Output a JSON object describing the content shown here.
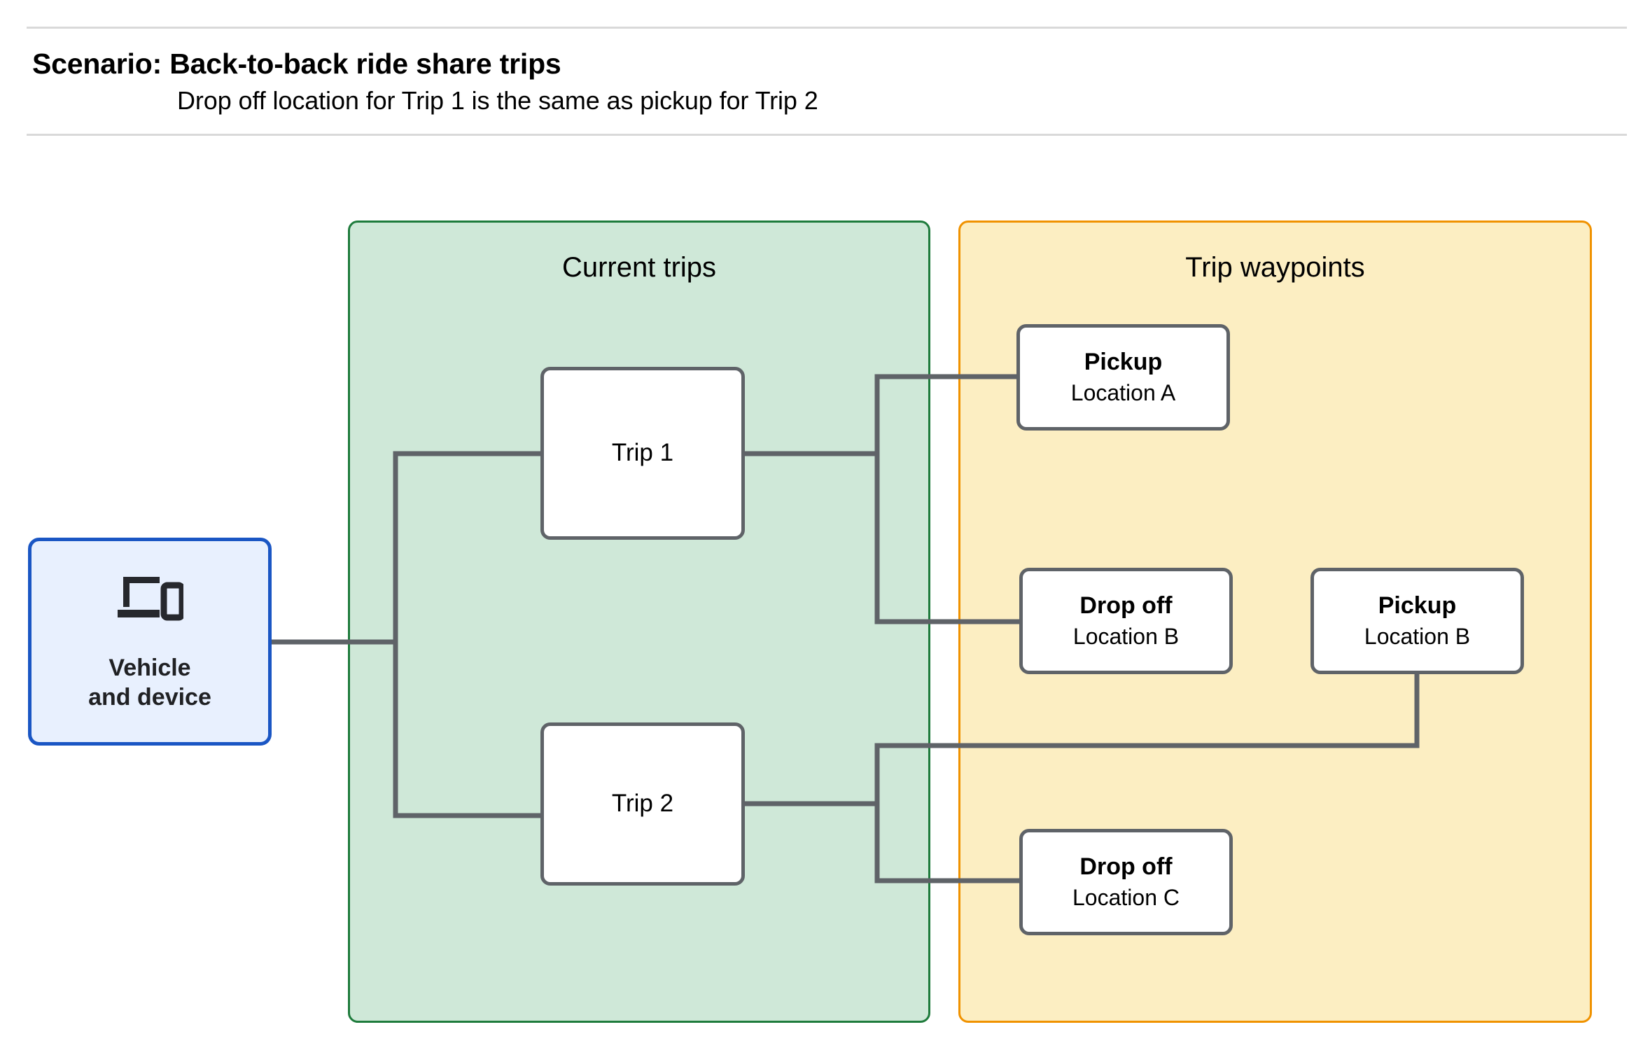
{
  "header": {
    "title": "Scenario: Back-to-back ride share trips",
    "subtitle": "Drop off  location for Trip 1 is the same as pickup for Trip 2"
  },
  "colors": {
    "current_trips_fill": "#cfe8d8",
    "current_trips_border": "#1e7b3c",
    "waypoints_fill": "#fceec2",
    "waypoints_border": "#f09200",
    "vehicle_fill": "#e8f0fe",
    "vehicle_border": "#1a56c4",
    "node_border": "#5f6368",
    "edge": "#5f6368",
    "divider": "#d9d9d9"
  },
  "vehicle": {
    "icon": "devices-icon",
    "label": "Vehicle\nand device"
  },
  "panels": {
    "current_trips": {
      "title": "Current trips"
    },
    "trip_waypoints": {
      "title": "Trip waypoints"
    }
  },
  "trips": [
    {
      "id": "trip-1",
      "label": "Trip 1"
    },
    {
      "id": "trip-2",
      "label": "Trip 2"
    }
  ],
  "waypoints": [
    {
      "id": "pickup-a",
      "type": "Pickup",
      "location": "Location A"
    },
    {
      "id": "dropoff-b",
      "type": "Drop off",
      "location": "Location B"
    },
    {
      "id": "pickup-b",
      "type": "Pickup",
      "location": "Location B"
    },
    {
      "id": "dropoff-c",
      "type": "Drop off",
      "location": "Location C"
    }
  ],
  "edges": [
    {
      "from": "vehicle",
      "to": "trip-1"
    },
    {
      "from": "vehicle",
      "to": "trip-2"
    },
    {
      "from": "trip-1",
      "to": "pickup-a"
    },
    {
      "from": "trip-1",
      "to": "dropoff-b"
    },
    {
      "from": "trip-2",
      "to": "pickup-b"
    },
    {
      "from": "trip-2",
      "to": "dropoff-c"
    }
  ]
}
